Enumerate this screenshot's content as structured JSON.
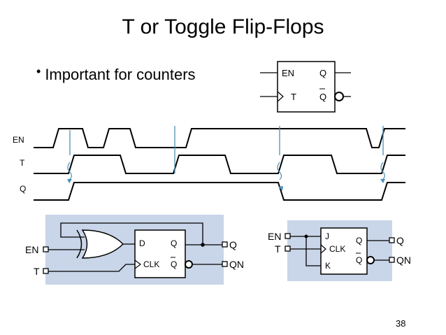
{
  "slide": {
    "title": "T or Toggle Flip-Flops",
    "bullet": "Important for counters",
    "page_number": "38"
  },
  "symbol": {
    "pin_en": "EN",
    "pin_q": "Q",
    "pin_t": "T",
    "pin_qbar": "Q"
  },
  "timing": {
    "signals": [
      "EN",
      "T",
      "Q"
    ]
  },
  "circuit_xor": {
    "in_en": "EN",
    "in_t": "T",
    "pin_d": "D",
    "pin_clk": "CLK",
    "pin_q": "Q",
    "pin_qbar": "Q",
    "out_q": "Q",
    "out_qn": "QN"
  },
  "circuit_jk": {
    "in_en": "EN",
    "in_t": "T",
    "pin_j": "J",
    "pin_clk": "CLK",
    "pin_k": "K",
    "pin_q": "Q",
    "pin_qbar": "Q",
    "out_q": "Q",
    "out_qn": "QN"
  },
  "colors": {
    "panel": "#c9d5e8",
    "clock_marker": "#4a90b8"
  }
}
